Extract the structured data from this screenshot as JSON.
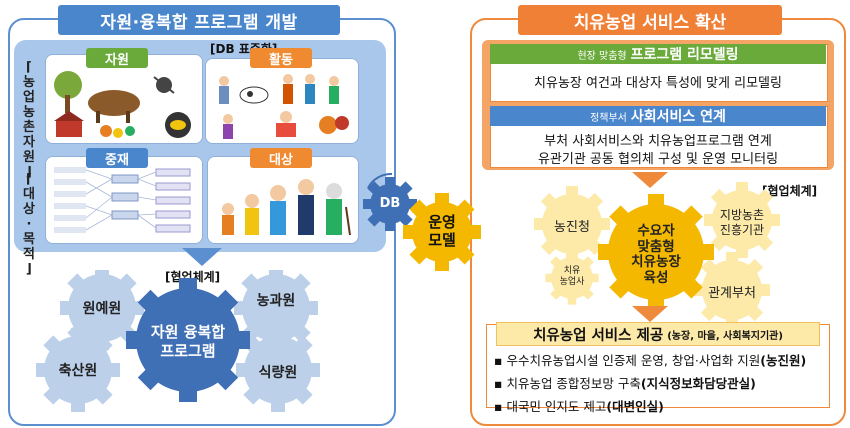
{
  "left": {
    "title": "자원·융복합 프로그램 개발",
    "db_label": "[DB 표준화]",
    "side_label_1": "[농업농촌자원]",
    "side_label_2": "[대상·목적]",
    "cards": [
      {
        "tag": "자원",
        "color": "#6aaa3a"
      },
      {
        "tag": "활동",
        "color": "#f08a30"
      },
      {
        "tag": "중재",
        "color": "#4a86cc"
      },
      {
        "tag": "대상",
        "color": "#f08a30"
      }
    ],
    "cooperation_label": "[협업체계]",
    "center_gear": "자원 융복합\n프로그램",
    "gears": [
      "원예원",
      "농과원",
      "축산원",
      "식량원"
    ]
  },
  "middle": {
    "db_gear": "DB",
    "center_gear": "운영\n모델"
  },
  "right": {
    "title": "치유농업 서비스 확산",
    "box1": {
      "small": "현장 맞춤형",
      "header": "프로그램 리모델링",
      "line": "치유농장 여건과 대상자 특성에 맞게 리모델링"
    },
    "box2": {
      "small": "정책부서",
      "header": "사회서비스 연계",
      "line1": "부처 사회서비스와 치유농업프로그램 연계",
      "line2": "유관기관 공동 협의체 구성 및 운영 모니터링"
    },
    "cooperation_label": "[협업체계]",
    "center_gear": "수요자\n맞춤형\n치유농장\n육성",
    "gears": [
      "농진청",
      "지방농촌\n진흥기관",
      "치유\n농업사",
      "관계부처"
    ],
    "service": {
      "title": "치유농업 서비스 제공",
      "subtitle": "(농장, 마을, 사회복지기관)",
      "items": [
        {
          "text": "우수치유농업시설 인증제 운영, 창업·사업화 지원",
          "bold": "(농진원)"
        },
        {
          "text": "치유농업 종합정보망 구축",
          "bold": "(지식정보화담당관실)"
        },
        {
          "text": "대국민 인지도 제고",
          "bold": "(대변인실)"
        }
      ]
    }
  },
  "colors": {
    "blue": "#4a86cc",
    "orange": "#f08036",
    "gear_blue": "#3f6fb5",
    "gear_light": "#bcd0ea",
    "gear_yellow": "#f5b800",
    "gear_pale": "#fde9a8"
  }
}
